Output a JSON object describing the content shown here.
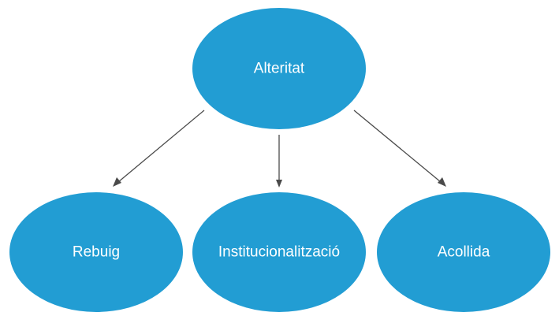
{
  "nodes": {
    "root": {
      "label": "Alteritat"
    },
    "left": {
      "label": "Rebuig"
    },
    "middle": {
      "label": "Institucionalització"
    },
    "right": {
      "label": "Acollida"
    }
  },
  "colors": {
    "node_fill": "#229dd3",
    "node_text": "#ffffff",
    "arrow": "#4a4a4a",
    "background": "#ffffff"
  }
}
